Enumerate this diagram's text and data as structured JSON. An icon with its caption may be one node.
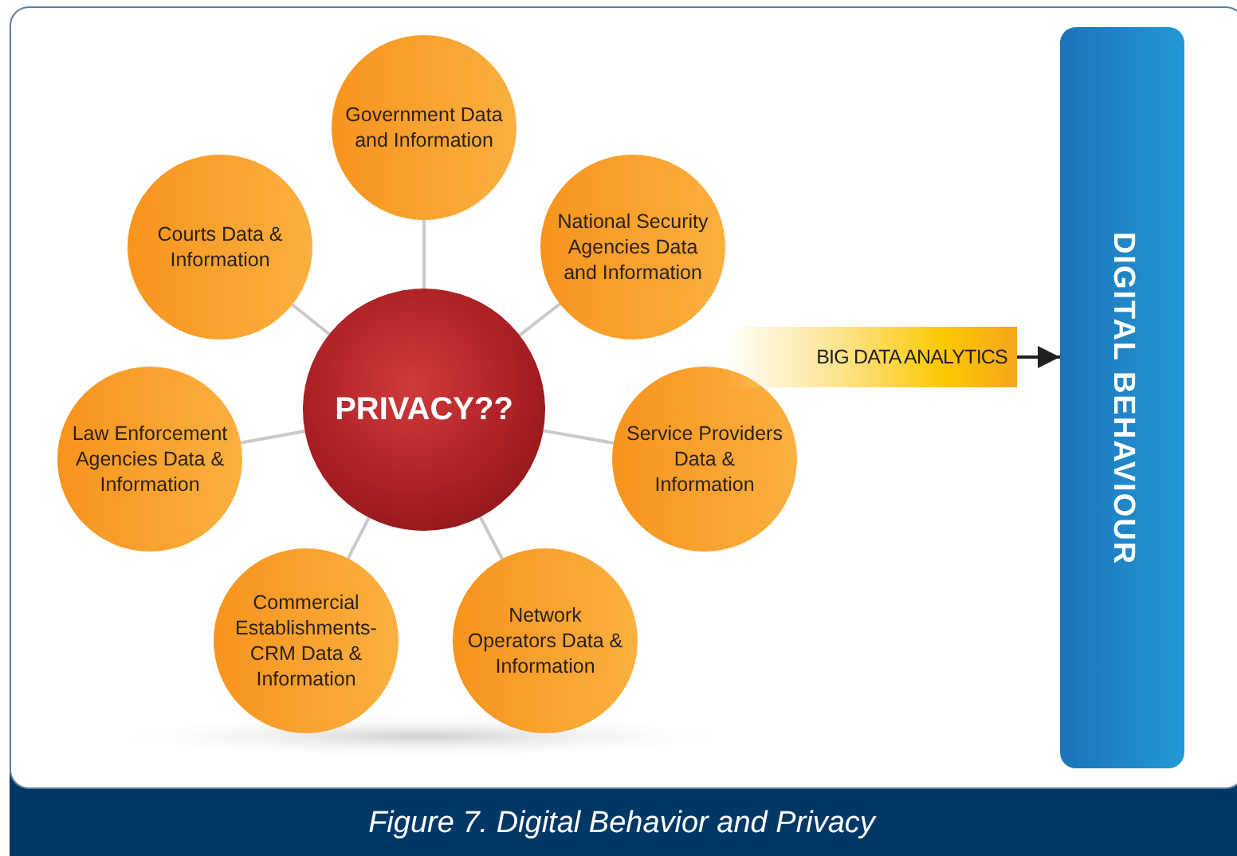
{
  "diagram": {
    "caption": "Figure 7. Digital Behavior and Privacy",
    "nodes": [
      {
        "text": [
          "Government Data and Information"
        ]
      },
      {
        "text": [
          "Courts Data & Information"
        ]
      },
      {
        "text": [
          "National Security Agencies Data and Information"
        ]
      },
      {
        "text": [
          "PRIVACY??"
        ]
      },
      {
        "text": [
          "Law Enforcement Agencies Data & Information"
        ]
      },
      {
        "text": [
          "Service Providers Data & Information"
        ]
      },
      {
        "text": [
          "Commercial Establishments-CRM Data & Information"
        ]
      },
      {
        "text": [
          "Network Operators Data & Information"
        ]
      },
      {
        "text": [
          "BIG DATA ANALYTICS"
        ]
      },
      {
        "text": [
          "DIGITAL BEHAVIOUR"
        ]
      }
    ],
    "edges": [
      {
        "from": 3,
        "to": 0,
        "arrow": "none"
      },
      {
        "from": 3,
        "to": 1,
        "arrow": "none"
      },
      {
        "from": 3,
        "to": 2,
        "arrow": "none"
      },
      {
        "from": 3,
        "to": 4,
        "arrow": "none"
      },
      {
        "from": 3,
        "to": 5,
        "arrow": "none"
      },
      {
        "from": 3,
        "to": 6,
        "arrow": "none"
      },
      {
        "from": 3,
        "to": 7,
        "arrow": "none"
      },
      {
        "from": 8,
        "to": 9,
        "arrow": "to",
        "color": "#231f20"
      }
    ]
  }
}
